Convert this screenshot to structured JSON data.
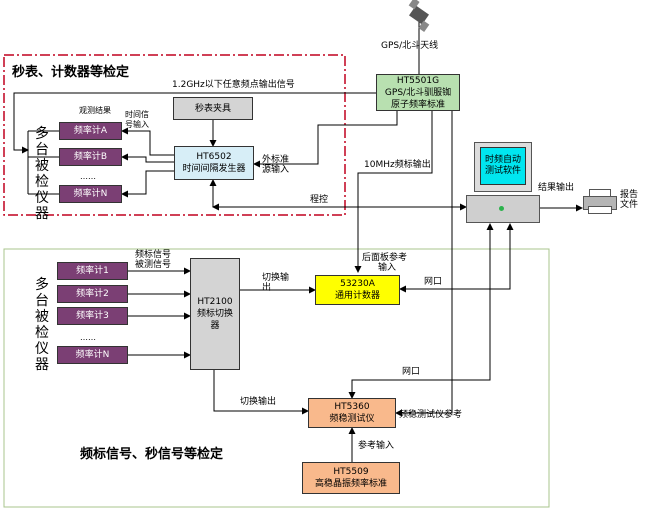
{
  "sections": {
    "top_title": "秒表、计数器等检定",
    "bottom_title": "频标信号、秒信号等检定"
  },
  "gps": {
    "antenna_label": "GPS/北斗天线",
    "box_lines": [
      "HT5501G",
      "GPS/北斗驯服铷",
      "原子频率标准"
    ]
  },
  "top": {
    "signal_label": "1.2GHz以下任意频点输出信号",
    "fixture": "秒表夹具",
    "generator_lines": [
      "HT6502",
      "时间间隔发生器"
    ],
    "observe_label": "观测结果",
    "time_signal_lines": [
      "时间信",
      "号输入"
    ],
    "ext_ref_lines": [
      "外标准",
      "源输入"
    ],
    "multi_label": [
      "多",
      "台",
      "被",
      "检",
      "仪",
      "器"
    ],
    "counters": [
      "频率计A",
      "频率计B",
      "频率计N"
    ],
    "dots": "……",
    "mhz_label": "10MHz频标输出",
    "prog_label": "程控"
  },
  "pc": {
    "screen_lines": [
      "时频自动",
      "测试软件"
    ],
    "result_label": "结果输出",
    "report_lines": [
      "报告",
      "文件"
    ]
  },
  "bottom": {
    "freq_sig_lines": [
      "频标信号",
      "被测信号"
    ],
    "multi_label": [
      "多",
      "台",
      "被",
      "检",
      "仪",
      "器"
    ],
    "counters": [
      "频率计1",
      "频率计2",
      "频率计3",
      "频率计N"
    ],
    "dots": "……",
    "switcher_lines": [
      "HT2100",
      "频标切换",
      "器"
    ],
    "switch_out_1": [
      "切换输",
      "出"
    ],
    "switch_out_2": "切换输出",
    "rear_ref_lines": [
      "后面板参考",
      "输入"
    ],
    "counter_box_lines": [
      "53230A",
      "通用计数器"
    ],
    "net_1": "网口",
    "net_2": "网口",
    "stability_lines": [
      "HT5360",
      "频稳测试仪"
    ],
    "stability_ref": "频稳测试仪参考",
    "ref_input": "参考输入",
    "source_lines": [
      "HT5509",
      "高稳晶振频率标准"
    ]
  },
  "colors": {
    "top_frame": "#c0001e",
    "bottom_frame": "#a8c48c",
    "gps_box": "#b8e0b0",
    "counter_purple": "#7b3f74",
    "generator_blue": "#d7eef7",
    "fixture_gray": "#d4d4d4",
    "switcher_gray": "#d4d4d4",
    "counter_yellow": "#ffff00",
    "orange_box": "#f9b98c",
    "screen_cyan": "#00e6f0"
  }
}
